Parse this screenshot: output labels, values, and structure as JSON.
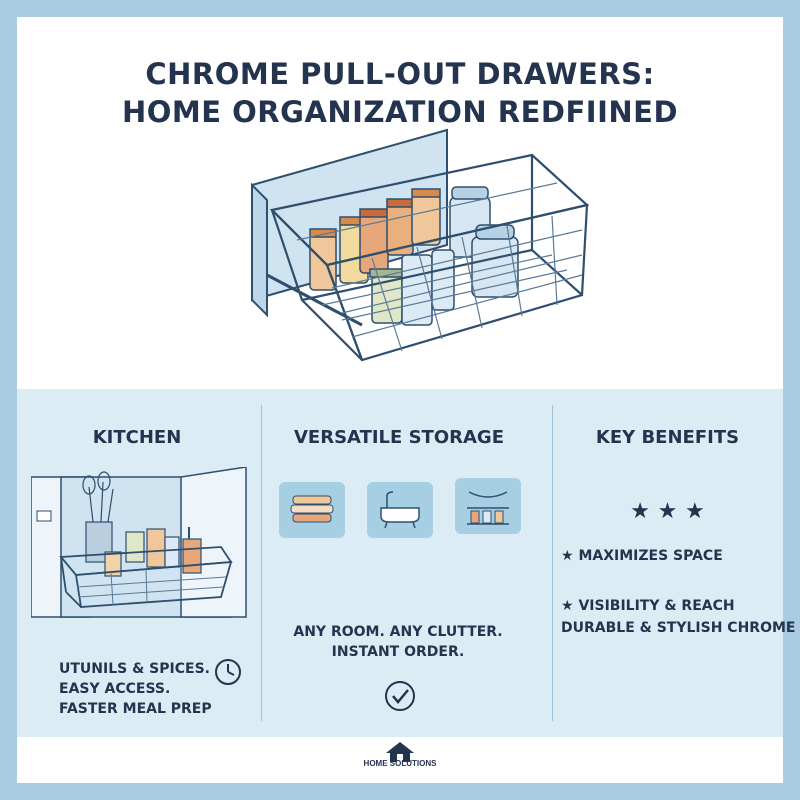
{
  "title_line1": "CHROME PULL-OUT DRAWERS:",
  "title_line2": "HOME ORGANIZATION REDFIINED",
  "kitchen": {
    "heading": "KITCHEN",
    "line1": "UTUNILS & SPICES.",
    "line2": "EASY ACCESS.",
    "line3": "FASTER MEAL PREP"
  },
  "storage": {
    "heading": "VERSATILE STORAGE",
    "line1": "ANY ROOM. ANY CLUTTER.",
    "line2": "INSTANT ORDER."
  },
  "benefits": {
    "heading": "KEY BENEFITS",
    "stars": "★ ★ ★",
    "bullet": "★",
    "item1": "MAXIMIZES SPACE",
    "item2": "VISIBILITY & REACH",
    "item3": "DURABLE & STYLISH CHROME"
  },
  "brand": "HOME SOLUTIONS",
  "colors": {
    "border": "#a9cce0",
    "panel": "#dcecf5",
    "text": "#24344f",
    "tile": "#a7cfe4"
  }
}
